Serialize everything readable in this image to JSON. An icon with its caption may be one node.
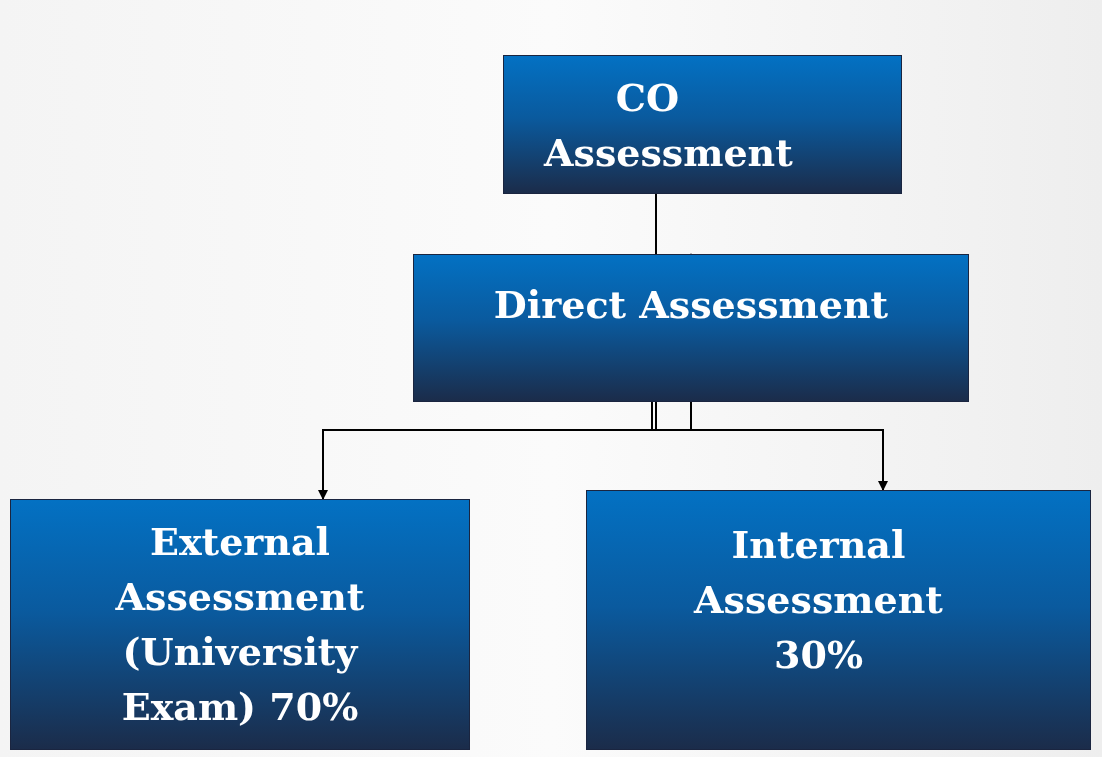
{
  "diagram": {
    "nodes": [
      {
        "text": [
          "CO Assessment"
        ]
      },
      {
        "text": [
          "Direct Assessment"
        ]
      },
      {
        "text": [
          "External Assessment (University Exam)  70%"
        ]
      },
      {
        "text": [
          "Internal Assessment 30%"
        ]
      }
    ],
    "edges": [
      {
        "from": 0,
        "to": 1,
        "arrow": "to"
      },
      {
        "from": 1,
        "to": 2,
        "arrow": "to"
      },
      {
        "from": 1,
        "to": 3,
        "arrow": "to"
      }
    ]
  }
}
